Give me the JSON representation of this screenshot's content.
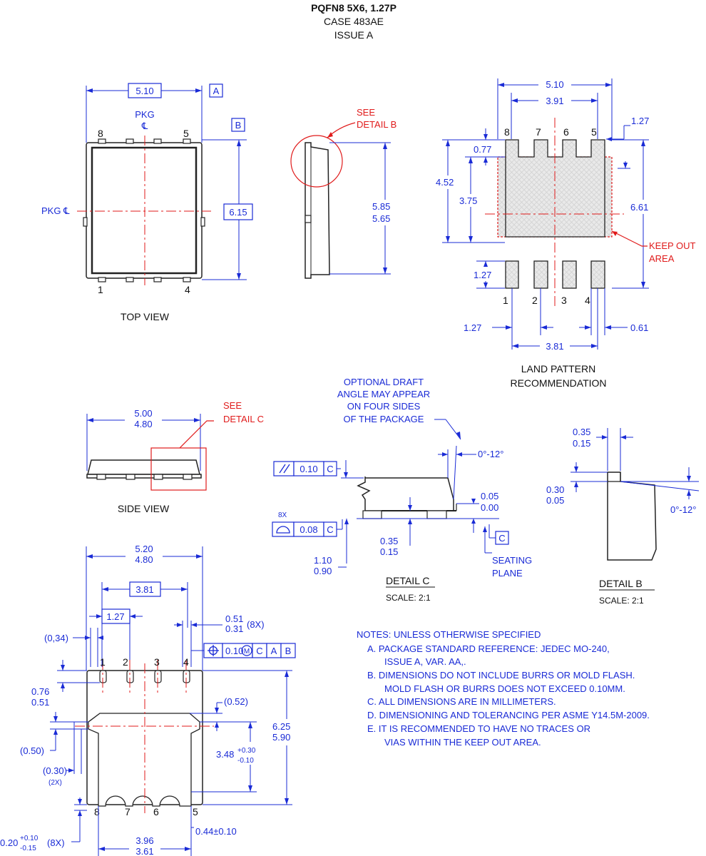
{
  "header": {
    "title": "PQFN8 5X6, 1.27P",
    "case": "CASE 483AE",
    "issue": "ISSUE A"
  },
  "top_view": {
    "caption": "TOP VIEW",
    "width": "5.10",
    "datum_a": "A",
    "datum_b": "B",
    "pkg": "PKG",
    "cl": "℄",
    "pkg_cl": "PKG ℄",
    "height": "6.15",
    "pins": [
      "8",
      "5",
      "1",
      "4"
    ]
  },
  "detail_b_ref": {
    "line1": "SEE",
    "line2": "DETAIL B"
  },
  "side_profile": {
    "max": "5.85",
    "min": "5.65"
  },
  "land_pattern": {
    "caption1": "LAND PATTERN",
    "caption2": "RECOMMENDATION",
    "overall": "5.10",
    "inner": "3.91",
    "pitch_top": "1.27",
    "d077": "0.77",
    "d452": "4.52",
    "d375": "3.75",
    "d661": "6.61",
    "d127": "1.27",
    "pitch_bot": "1.27",
    "pad_w": "0.61",
    "d381": "3.81",
    "keep_out1": "KEEP OUT",
    "keep_out2": "AREA",
    "top_pins": [
      "8",
      "7",
      "6",
      "5"
    ],
    "bottom_pins": [
      "1",
      "2",
      "3",
      "4"
    ]
  },
  "side_view": {
    "caption": "SIDE VIEW",
    "max": "5.00",
    "min": "4.80",
    "see": "SEE",
    "detail": "DETAIL C"
  },
  "draft_note": {
    "l1": "OPTIONAL DRAFT",
    "l2": "ANGLE MAY APPEAR",
    "l3": "ON FOUR SIDES",
    "l4": "OF THE PACKAGE"
  },
  "detail_c": {
    "title": "DETAIL C",
    "scale": "SCALE: 2:1",
    "angle": "0°-12°",
    "parallel_tol": "0.10",
    "parallel_datum": "C",
    "profile_count": "8X",
    "profile_tol": "0.08",
    "profile_datum": "C",
    "standoff_max": "0.05",
    "standoff_min": "0.00",
    "lead_max": "0.35",
    "lead_min": "0.15",
    "height_max": "1.10",
    "height_min": "0.90",
    "datum_c": "C",
    "seating1": "SEATING",
    "seating2": "PLANE"
  },
  "detail_b": {
    "title": "DETAIL B",
    "scale": "SCALE: 2:1",
    "w_max": "0.35",
    "w_min": "0.15",
    "h_max": "0.30",
    "h_min": "0.05",
    "angle": "0°-12°"
  },
  "bottom_view": {
    "w_max": "5.20",
    "w_min": "4.80",
    "d381": "3.81",
    "pitch": "1.27",
    "lead_w": "0.51",
    "lead_w2": "0.31",
    "lead_count": "(8X)",
    "d034": "(0,34)",
    "pos_tol": "0.10",
    "mod": "M",
    "datum_c": "C",
    "datum_a": "A",
    "datum_b": "B",
    "d076": "0.76",
    "d051": "0.51",
    "d052": "(0.52)",
    "h_max": "6.25",
    "h_min": "5.90",
    "pad_nom": "3.48",
    "pad_plus": "+0.30",
    "pad_minus": "-0.10",
    "d050": "(0.50)",
    "d030": "(0.30)",
    "d030_count": "(2X)",
    "lead_nom": "0.20",
    "lead_plus": "+0.10",
    "lead_minus": "-0.15",
    "lead_count2": "(8X)",
    "d044": "0.44±0.10",
    "d396": "3.96",
    "d361": "3.61",
    "top_pins": [
      "1",
      "2",
      "3",
      "4"
    ],
    "bottom_pins": [
      "8",
      "7",
      "6",
      "5"
    ]
  },
  "notes": {
    "heading": "NOTES: UNLESS OTHERWISE SPECIFIED",
    "a1": "A.  PACKAGE STANDARD REFERENCE:  JEDEC MO-240,",
    "a2": "ISSUE A, VAR. AA,.",
    "b1": "B.  DIMENSIONS DO NOT INCLUDE BURRS OR MOLD FLASH.",
    "b2": "MOLD FLASH OR BURRS DOES NOT EXCEED 0.10MM.",
    "c": "C.  ALL DIMENSIONS ARE IN MILLIMETERS.",
    "d": "D.  DIMENSIONING AND TOLERANCING PER  ASME Y14.5M-2009.",
    "e1": "E.  IT IS RECOMMENDED TO HAVE NO TRACES OR",
    "e2": "VIAS WITHIN THE KEEP  OUT AREA."
  },
  "colors": {
    "dimension": "#1a2bd6",
    "centerline": "#e01b1b",
    "outline": "#222222"
  }
}
